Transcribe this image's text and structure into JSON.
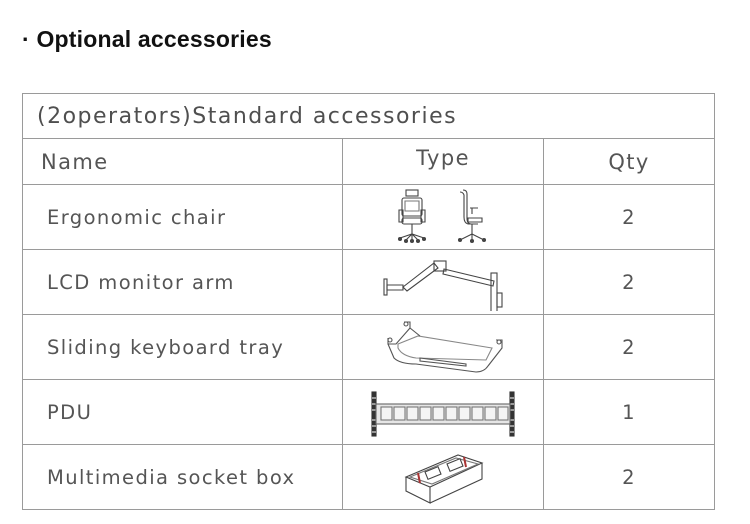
{
  "heading": "· Optional accessories",
  "table": {
    "title": "(2operators)Standard accessories",
    "columns": {
      "name": "Name",
      "type": "Type",
      "qty": "Qty"
    },
    "rows": [
      {
        "name": "Ergonomic chair",
        "type_icon": "ergonomic-chair-icon",
        "qty": "2"
      },
      {
        "name": "LCD monitor arm",
        "type_icon": "monitor-arm-icon",
        "qty": "2"
      },
      {
        "name": "Sliding keyboard tray",
        "type_icon": "keyboard-tray-icon",
        "qty": "2"
      },
      {
        "name": "PDU",
        "type_icon": "pdu-icon",
        "qty": "1"
      },
      {
        "name": "Multimedia socket box",
        "type_icon": "socket-box-icon",
        "qty": "2"
      }
    ]
  },
  "colors": {
    "border": "#9a9a9a",
    "text": "#555555",
    "heading": "#111111"
  }
}
